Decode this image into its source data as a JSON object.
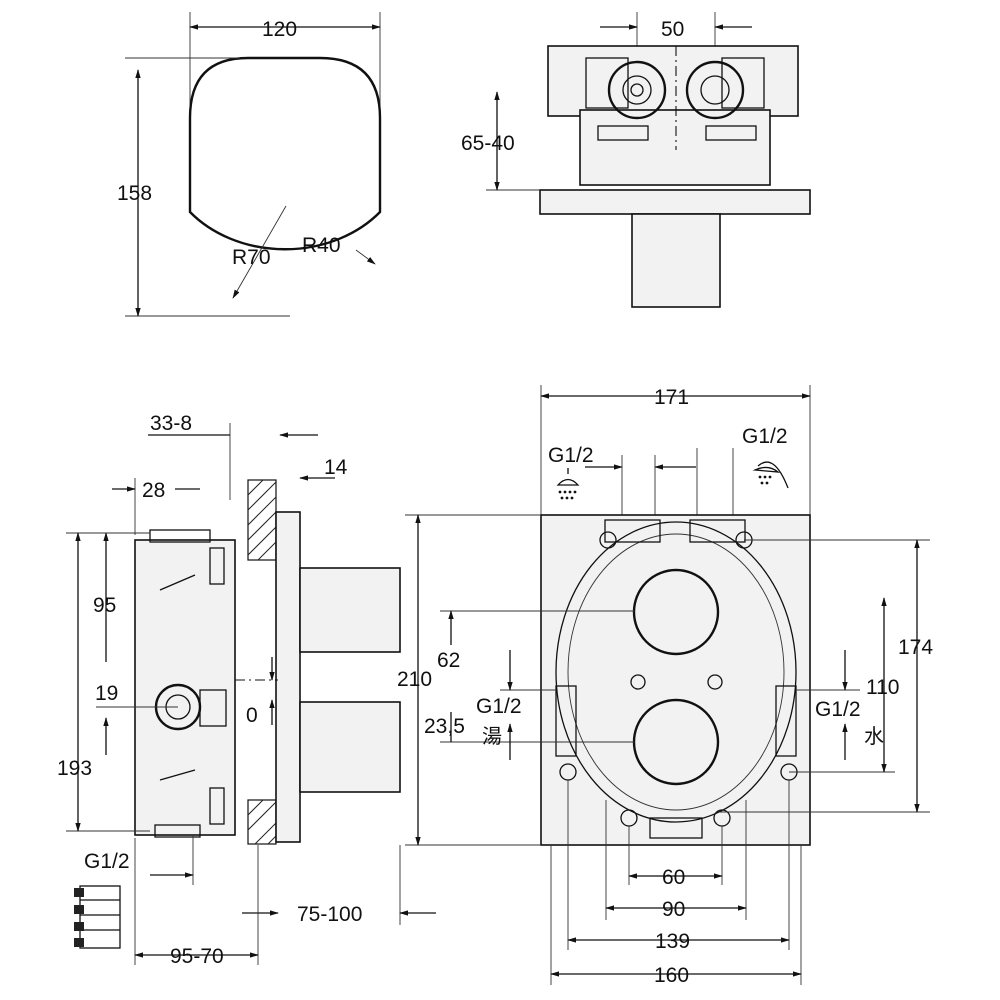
{
  "views": {
    "front": {
      "width": "120",
      "height": "158",
      "radius_large": "R70",
      "radius_small": "R40"
    },
    "top": {
      "spacing": "50",
      "depth": "65-40"
    },
    "side": {
      "dim_33_8": "33-8",
      "dim_14": "14",
      "dim_28": "28",
      "dim_95": "95",
      "dim_19": "19",
      "dim_0": "0",
      "dim_193": "193",
      "thread": "G1/2",
      "dim_75_100": "75-100",
      "dim_95_70": "95-70"
    },
    "body": {
      "width_171": "171",
      "thread_top_left": "G1/2",
      "thread_top_right": "G1/2",
      "height_210": "210",
      "dim_62": "62",
      "thread_left": "G1/2",
      "dim_23_5": "23,5",
      "hot_label": "湯",
      "height_174": "174",
      "dim_110": "110",
      "thread_right": "G1/2",
      "cold_label": "水",
      "dim_60": "60",
      "dim_90": "90",
      "dim_139": "139",
      "dim_160": "160"
    }
  }
}
